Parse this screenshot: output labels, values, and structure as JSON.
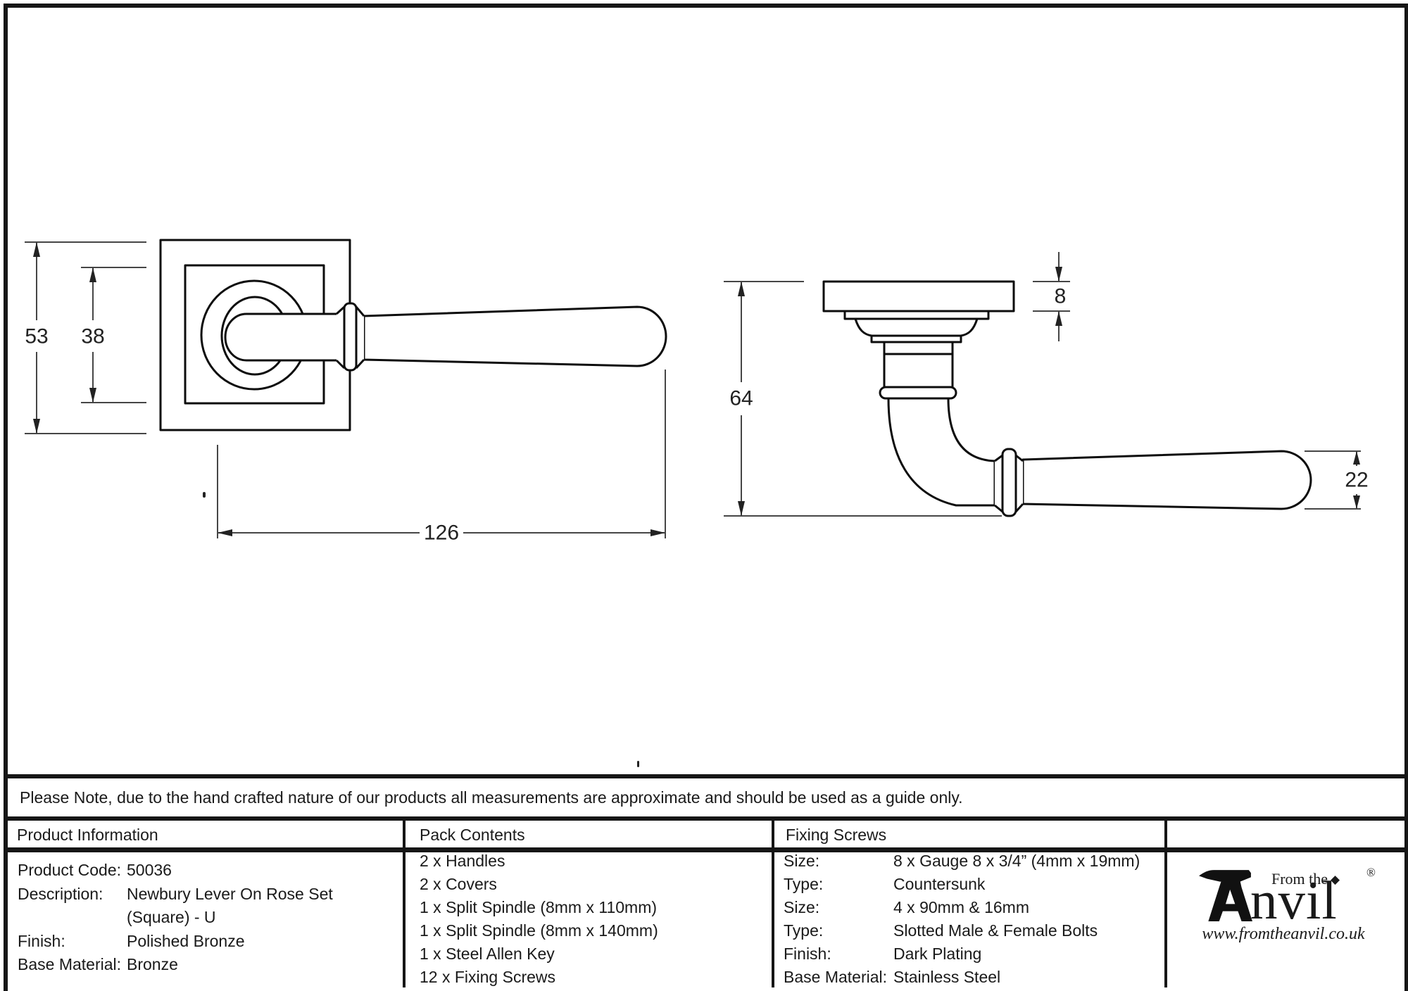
{
  "drawing": {
    "dims": {
      "rose_height": "53",
      "rose_inner_height": "38",
      "lever_length": "126",
      "rose_thickness": "8",
      "handle_depth": "64",
      "grip_diameter": "22"
    }
  },
  "note": {
    "text": "Please Note, due to the hand crafted nature of our products all measurements are approximate and should be used as a guide only."
  },
  "table": {
    "product_info": {
      "header": "Product Information",
      "rows": [
        {
          "label": "Product Code:",
          "value": "50036"
        },
        {
          "label": "Description:",
          "value": "Newbury Lever On Rose Set (Square) - U"
        },
        {
          "label": "Finish:",
          "value": "Polished Bronze"
        },
        {
          "label": "Base Material:",
          "value": "Bronze"
        }
      ]
    },
    "pack_contents": {
      "header": "Pack Contents",
      "items": [
        "2 x Handles",
        "2 x Covers",
        "1 x Split Spindle (8mm x 110mm)",
        "1 x Split Spindle (8mm x 140mm)",
        "1 x Steel Allen Key",
        "12 x Fixing Screws"
      ]
    },
    "fixing_screws": {
      "header": "Fixing Screws",
      "rows": [
        {
          "label": "Size:",
          "value": "8 x Gauge 8 x 3/4” (4mm x 19mm)"
        },
        {
          "label": "Type:",
          "value": "Countersunk"
        },
        {
          "label": "Size:",
          "value": "4 x 90mm & 16mm"
        },
        {
          "label": "Type:",
          "value": "Slotted Male & Female Bolts"
        },
        {
          "label": "Finish:",
          "value": "Dark Plating"
        },
        {
          "label": "Base Material:",
          "value": "Stainless Steel"
        }
      ]
    }
  },
  "logo": {
    "tagline": "From the",
    "name": "nvil",
    "diamond": "◆",
    "registered": "®",
    "url": "www.fromtheanvil.co.uk"
  }
}
